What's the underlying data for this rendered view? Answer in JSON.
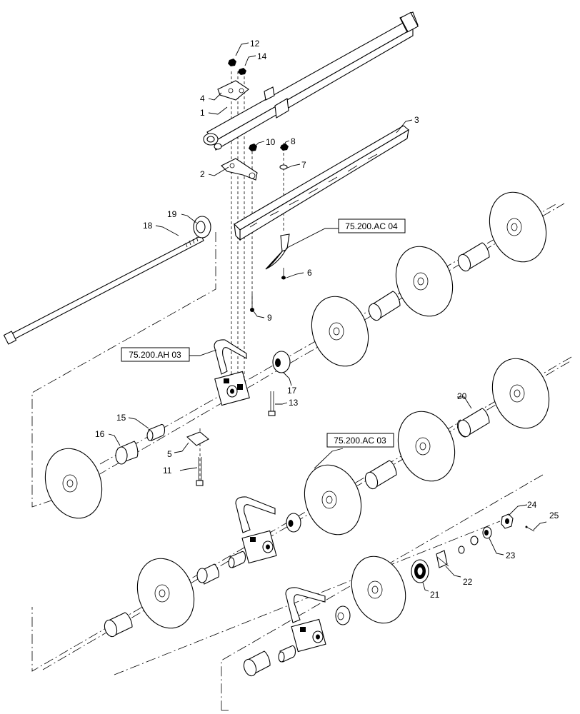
{
  "diagram": {
    "callouts": [
      {
        "id": "c1",
        "label": "1"
      },
      {
        "id": "c2",
        "label": "2"
      },
      {
        "id": "c3",
        "label": "3"
      },
      {
        "id": "c4",
        "label": "4"
      },
      {
        "id": "c5",
        "label": "5"
      },
      {
        "id": "c6",
        "label": "6"
      },
      {
        "id": "c7",
        "label": "7"
      },
      {
        "id": "c8",
        "label": "8"
      },
      {
        "id": "c9",
        "label": "9"
      },
      {
        "id": "c10",
        "label": "10"
      },
      {
        "id": "c11",
        "label": "11"
      },
      {
        "id": "c12",
        "label": "12"
      },
      {
        "id": "c13",
        "label": "13"
      },
      {
        "id": "c14",
        "label": "14"
      },
      {
        "id": "c15",
        "label": "15"
      },
      {
        "id": "c16",
        "label": "16"
      },
      {
        "id": "c17",
        "label": "17"
      },
      {
        "id": "c18",
        "label": "18"
      },
      {
        "id": "c19",
        "label": "19"
      },
      {
        "id": "c20",
        "label": "20"
      },
      {
        "id": "c21",
        "label": "21"
      },
      {
        "id": "c22",
        "label": "22"
      },
      {
        "id": "c23",
        "label": "23"
      },
      {
        "id": "c24",
        "label": "24"
      },
      {
        "id": "c25",
        "label": "25"
      }
    ],
    "references": [
      {
        "id": "ref_ac04",
        "label": "75.200.AC 04"
      },
      {
        "id": "ref_ah03",
        "label": "75.200.AH 03"
      },
      {
        "id": "ref_ac03",
        "label": "75.200.AC 03"
      }
    ]
  }
}
